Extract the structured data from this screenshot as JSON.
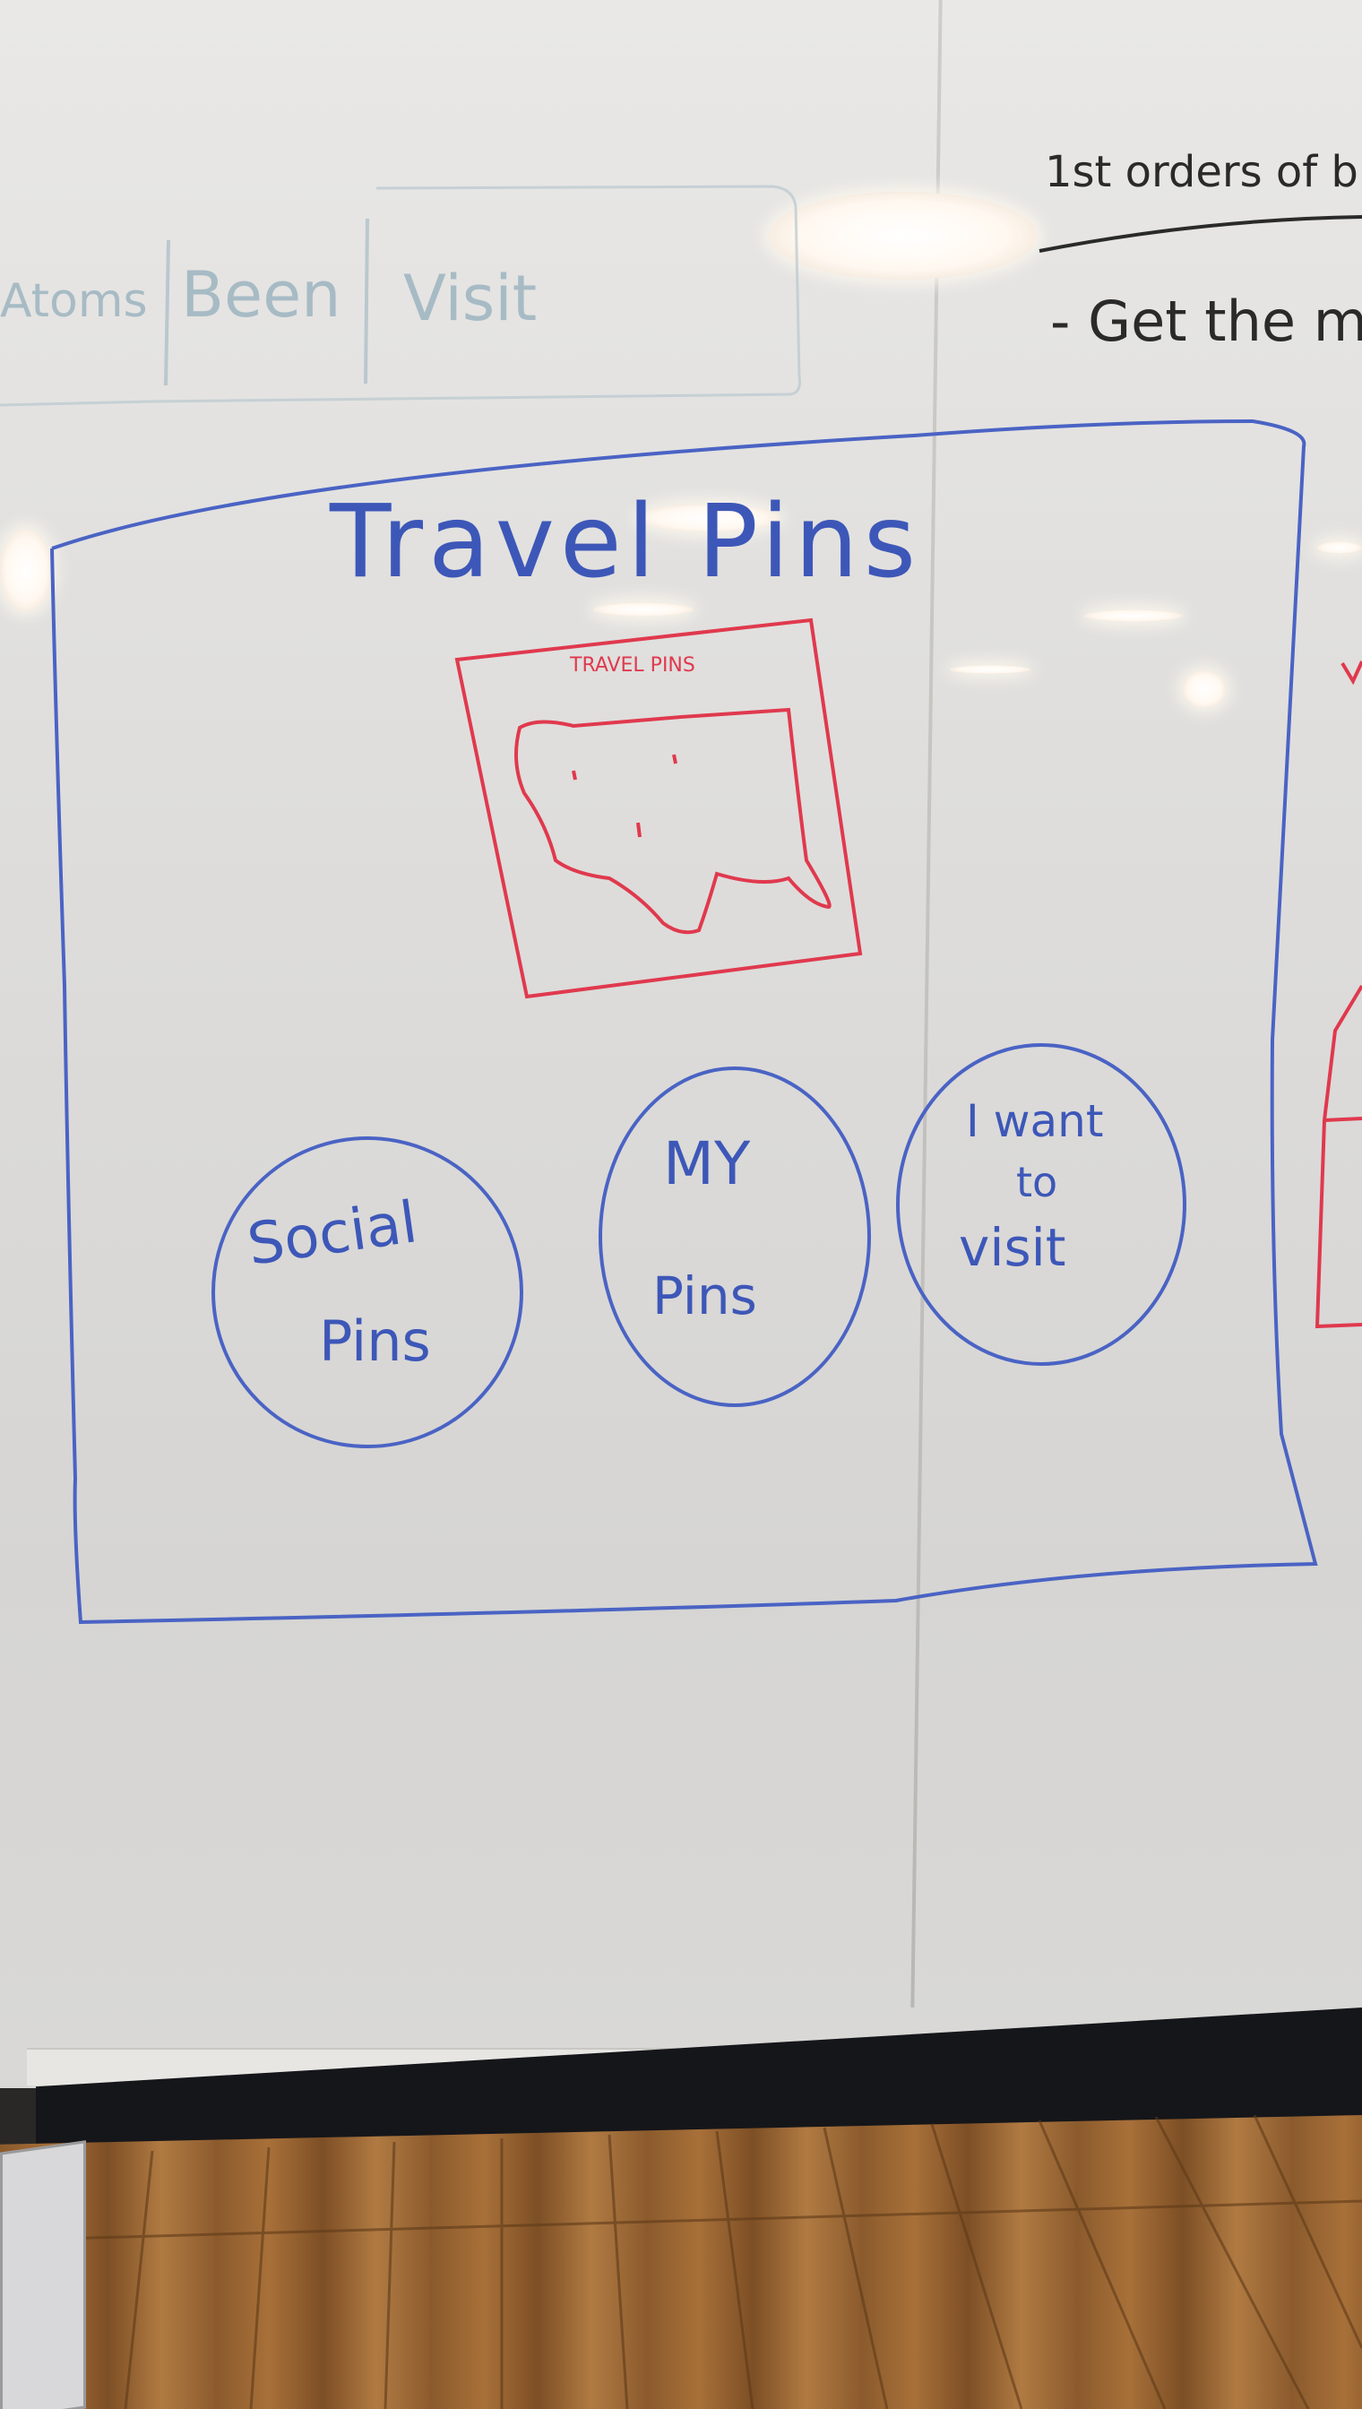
{
  "board": {
    "title": "Travel Pins",
    "sketch_title": "TRAVEL PINS",
    "circles": [
      {
        "line1": "Social",
        "line2": "Pins"
      },
      {
        "line1": "MY",
        "line2": "Pins"
      },
      {
        "line1": "I want",
        "line2": "to",
        "line3": "visit"
      }
    ],
    "notes_top_right": [
      "1st orders of b",
      "- Get the m"
    ],
    "ghost_tabs": [
      "Atoms",
      "Been",
      "Visit"
    ]
  },
  "colors": {
    "marker_blue": "#3d57b8",
    "marker_red": "#e0394e",
    "marker_black": "#2a2a2a"
  }
}
